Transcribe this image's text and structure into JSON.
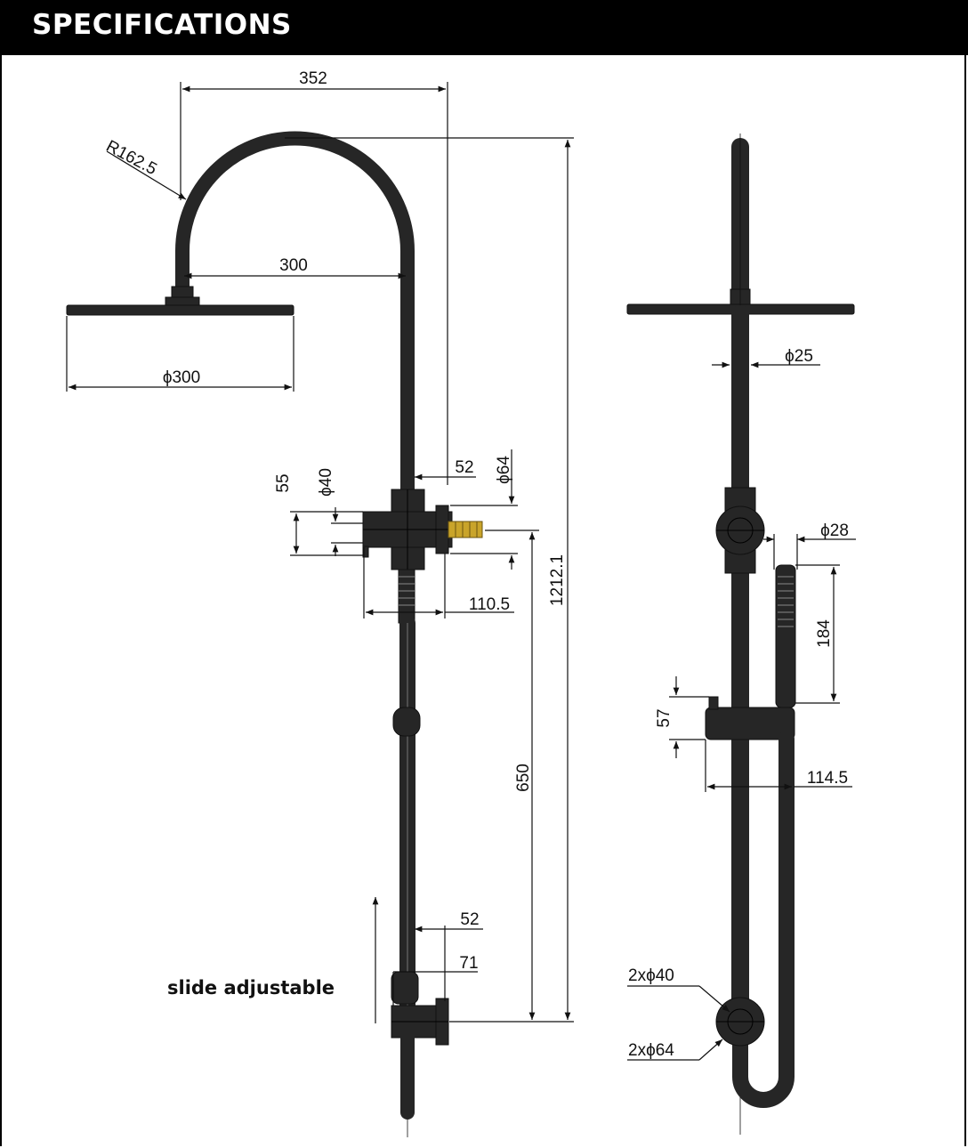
{
  "header": {
    "title": "SPECIFICATIONS"
  },
  "dimensions": {
    "top_width": "352",
    "arc_radius": "R162.5",
    "arm_reach": "300",
    "head_diameter": "ϕ300",
    "mixer_height": "55",
    "mixer_body": "ϕ40",
    "mixer_flange": "ϕ64",
    "mixer_offset": "52",
    "mixer_projection": "110.5",
    "overall_height": "1212.1",
    "outlet_height": "650",
    "slider_offset": "52",
    "slider_projection": "71",
    "rail_diameter": "ϕ25",
    "handpiece_diameter": "ϕ28",
    "handpiece_length": "184",
    "bracket_height": "57",
    "bracket_projection": "114.5",
    "fixing_inner": "2xϕ40",
    "fixing_outer": "2xϕ64"
  },
  "labels": {
    "slide_note": "slide adjustable"
  },
  "colors": {
    "header_bg": "#000000",
    "header_text": "#ffffff",
    "brass_fitting": "#c9a42a",
    "finish": "#262626"
  }
}
